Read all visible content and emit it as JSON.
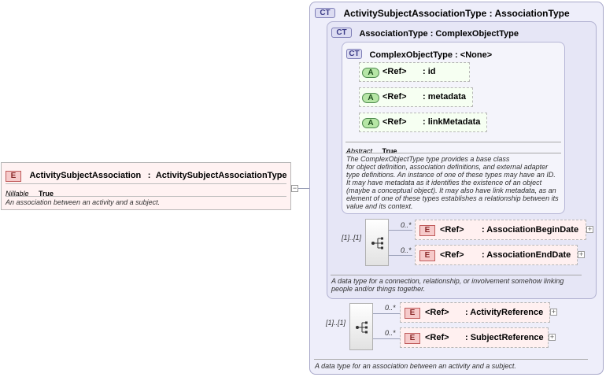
{
  "root": {
    "badge": "E",
    "name": "ActivitySubjectAssociation",
    "type_sep": ":",
    "type": "ActivitySubjectAssociationType",
    "nillable_label": "Nillable",
    "nillable_value": "True",
    "description": "An association between an activity and a subject.",
    "collapse_glyph": "−"
  },
  "outer_type": {
    "badge": "CT",
    "title": "ActivitySubjectAssociationType : AssociationType",
    "description": "A data type for an association between an activity and a subject.",
    "sequence_multiplicity": "[1]..[1]",
    "elements": [
      {
        "mult": "0..*",
        "ref": "<Ref>",
        "name": ": ActivityReference"
      },
      {
        "mult": "0..*",
        "ref": "<Ref>",
        "name": ": SubjectReference"
      }
    ]
  },
  "mid_type": {
    "badge": "CT",
    "title": "AssociationType : ComplexObjectType",
    "description_lines": [
      "A data type for a connection, relationship, or involvement somehow linking",
      "people and/or things together."
    ],
    "sequence_multiplicity": "[1]..[1]",
    "elements": [
      {
        "mult": "0..*",
        "ref": "<Ref>",
        "name": ": AssociationBeginDate"
      },
      {
        "mult": "0..*",
        "ref": "<Ref>",
        "name": ": AssociationEndDate"
      }
    ]
  },
  "inner_type": {
    "badge": "CT",
    "title": "ComplexObjectType : <None>",
    "attributes": [
      {
        "badge": "A",
        "ref": "<Ref>",
        "name": ": id"
      },
      {
        "badge": "A",
        "ref": "<Ref>",
        "name": ": metadata"
      },
      {
        "badge": "A",
        "ref": "<Ref>",
        "name": ": linkMetadata"
      }
    ],
    "abstract_label": "Abstract",
    "abstract_value": "True",
    "description_lines": [
      "The ComplexObjectType type provides a base class",
      "for object definition, association definitions, and external adapter",
      "type definitions. An instance of one of these types may have an ID.",
      "It may have metadata as it identifies the existence of an object",
      "(maybe a conceptual object). It may also have link metadata, as an",
      "element of one of these types establishes a relationship between its",
      "value and its context."
    ]
  },
  "element_badge": "E",
  "expand_glyph": "+"
}
